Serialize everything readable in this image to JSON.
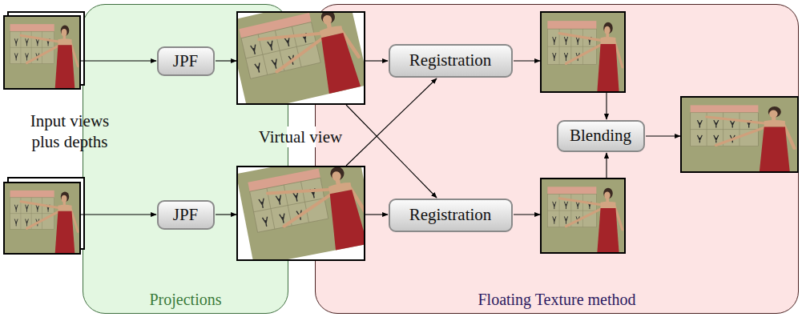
{
  "diagram": {
    "nodes": [
      {
        "text": [
          "Projections"
        ]
      },
      {
        "text": [
          "JPF"
        ],
        "in": 0
      },
      {
        "text": [
          "JPF"
        ],
        "in": 0
      },
      {
        "text": [
          "Floating Texture method"
        ]
      },
      {
        "text": [
          "Registration"
        ],
        "in": 3
      },
      {
        "text": [
          "Registration"
        ],
        "in": 3
      },
      {
        "text": [
          "Blending"
        ],
        "in": 3
      }
    ],
    "labels": [
      "Input views plus depths",
      "Virtual view"
    ]
  }
}
